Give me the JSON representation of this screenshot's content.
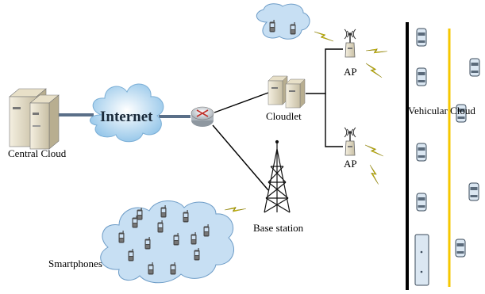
{
  "labels": {
    "internet": "Internet",
    "central_cloud": "Central Cloud",
    "cloudlet": "Cloudlet",
    "ap_top": "AP",
    "ap_bottom": "AP",
    "vehicular_cloud": "Vehicular Cloud",
    "base_station": "Base station",
    "smartphones": "Smartphones"
  },
  "colors": {
    "cloud_fill": "#c7dff3",
    "cloud_stroke": "#6d9cc7",
    "internet_cloud": "#8fc3e8",
    "road_line": "#000000",
    "lane_line": "#f6c700",
    "wireless_bolt": "#f2e000",
    "link_line": "#000000",
    "vehicle_fill": "#dbe7f2",
    "phone_fill": "#4a4a4a"
  },
  "icons": {
    "central_cloud": "server-stack-icon",
    "internet": "cloud-icon",
    "router": "router-icon",
    "cloudlet": "server-pair-icon",
    "access_point": "antenna-icon",
    "base_station": "cell-tower-icon",
    "smartphone": "mobile-phone-icon",
    "vehicle": "car-top-view-icon"
  }
}
